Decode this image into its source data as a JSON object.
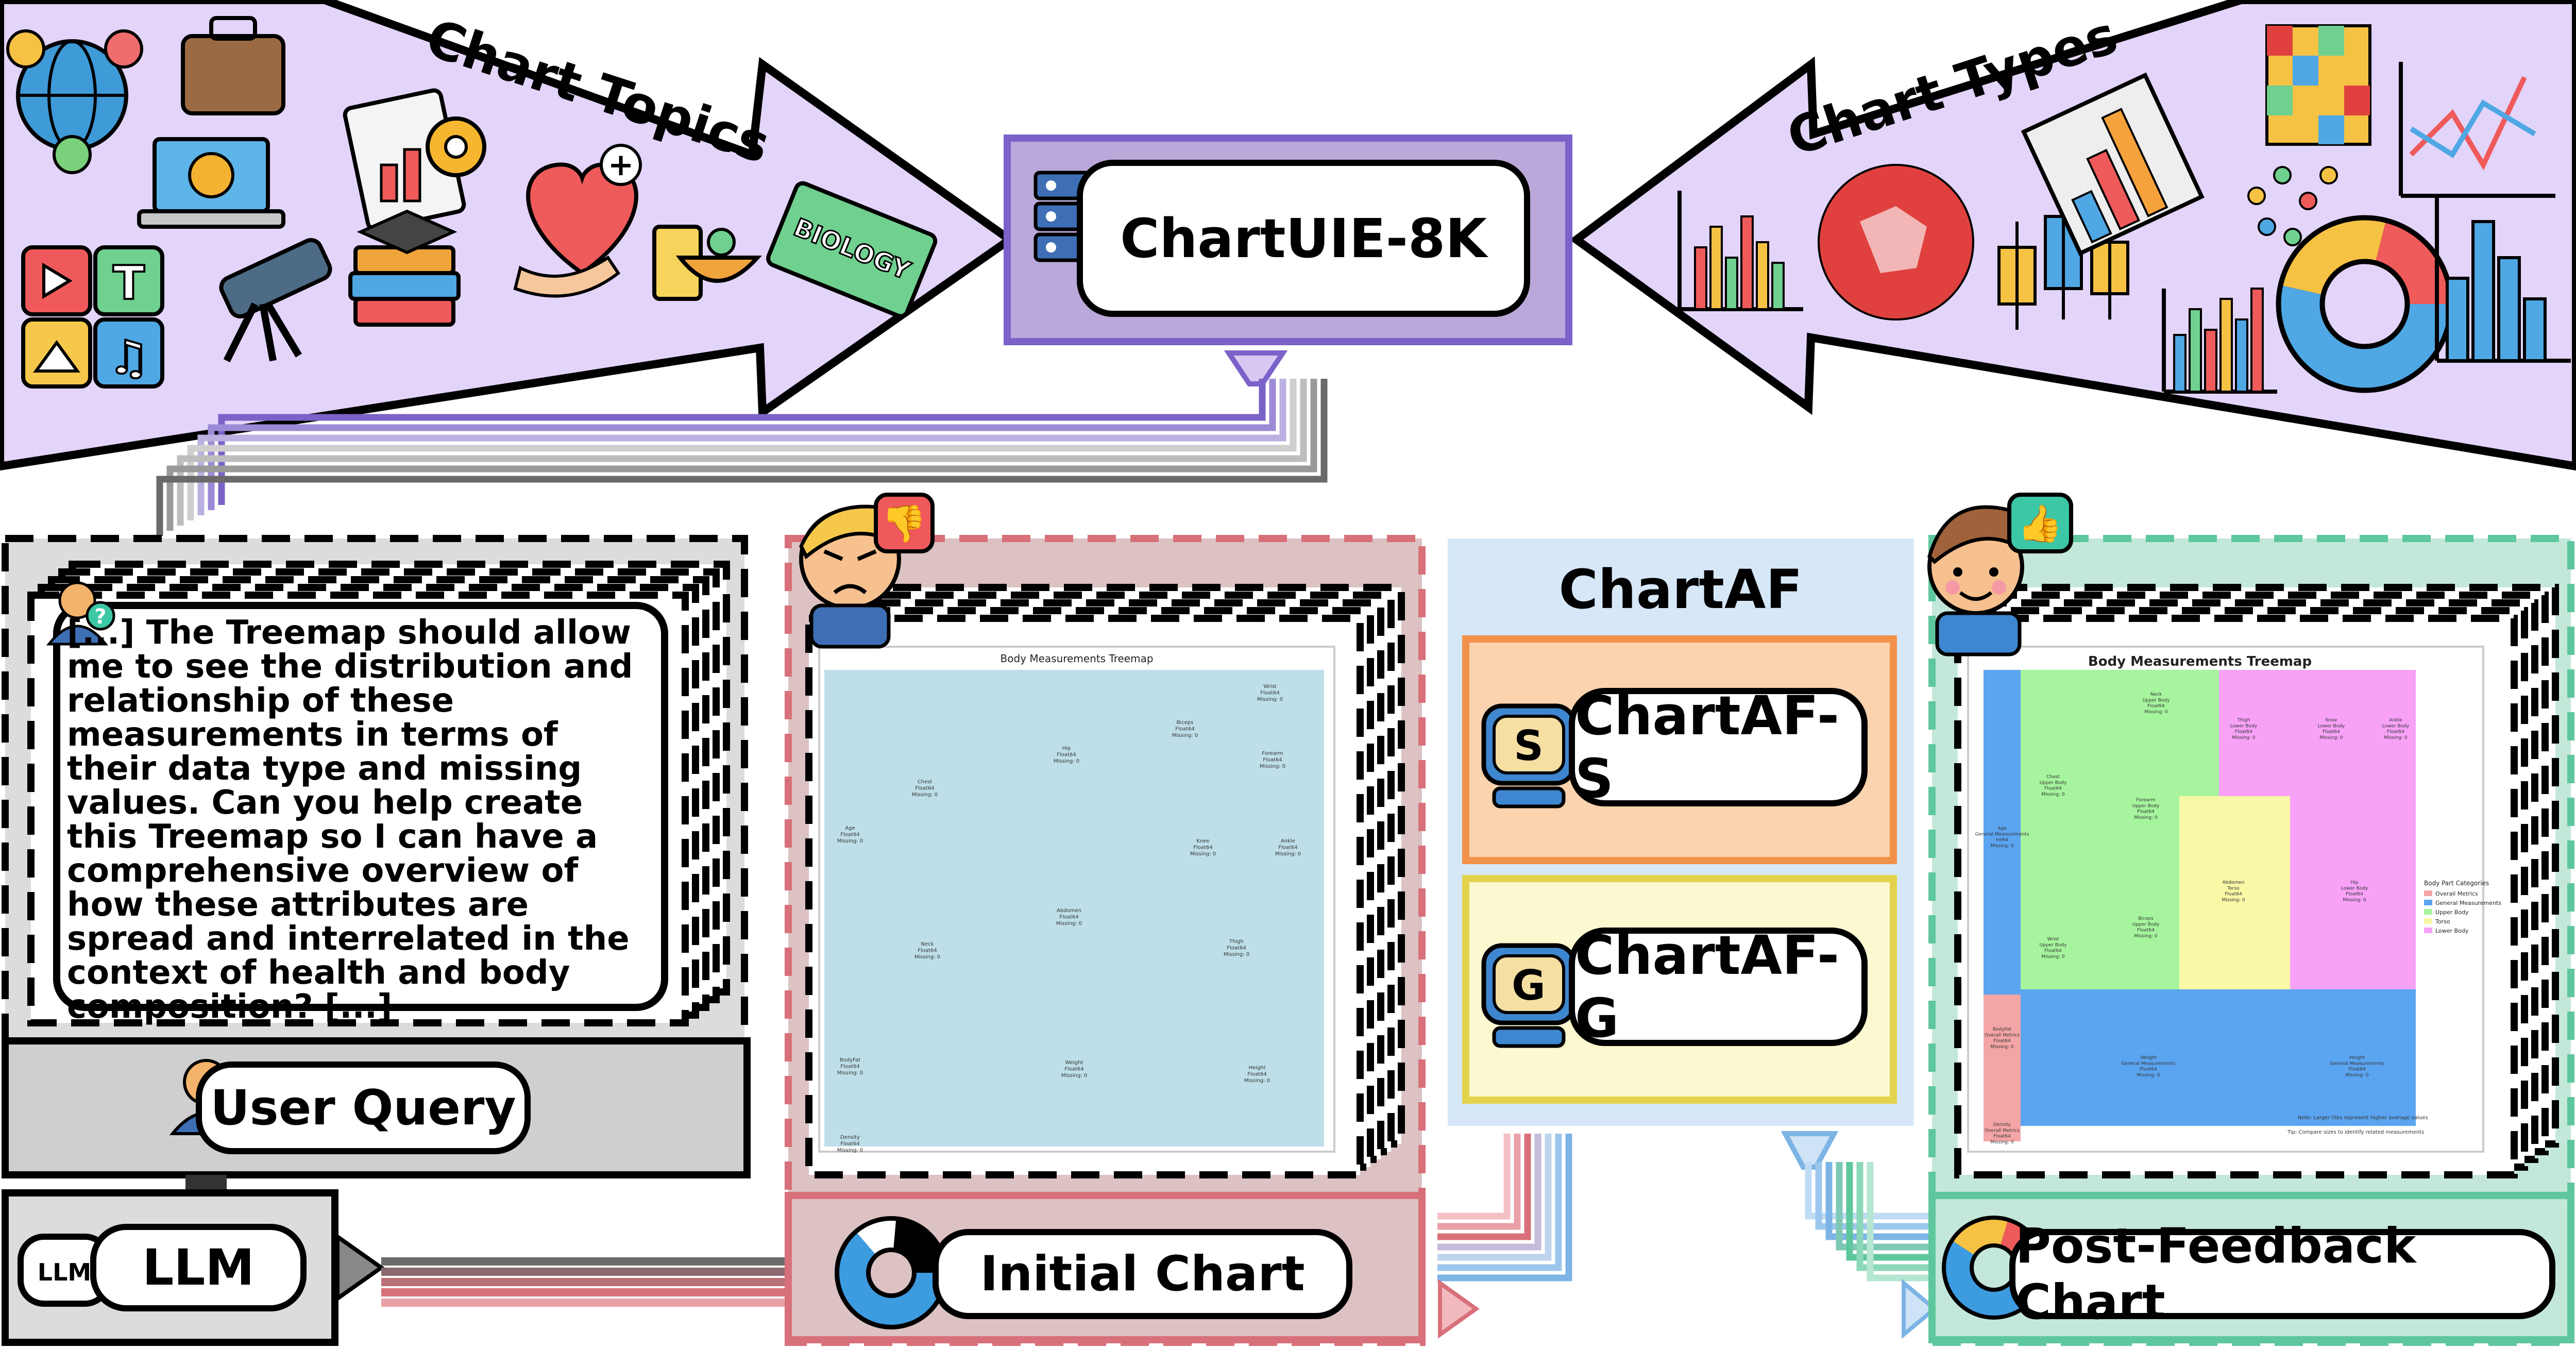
{
  "colors": {
    "purple_fill": "#e3d4fa",
    "purple_box": "#b9a8d9",
    "purple_border": "#7b62c9",
    "grey_fill": "#dcdcdc",
    "red_fill": "#dcc2c2",
    "red_border": "#d8707a",
    "blue_fill": "#d6e8f8",
    "orange_fill": "#fbd3ae",
    "orange_border": "#f2914a",
    "yellow_fill": "#fcf8cf",
    "yellow_border": "#e3d34c",
    "green_fill": "#c3e8d9",
    "green_border": "#5ec79d"
  },
  "top": {
    "chart_topics_label": "Chart Topics",
    "chart_types_label": "Chart Types",
    "dataset_label": "ChartUIE-8K",
    "biology_label": "BIOLOGY"
  },
  "query": {
    "text": "[...]  The Treemap should allow me to see the distribution and relationship of these measurements in terms of their data type and missing values. Can you help create this Treemap so I can have a comprehensive overview of how these attributes are spread and interrelated in the context of health and body composition? [...]",
    "caption": "User Query"
  },
  "llm": {
    "label": "LLM",
    "icon_text": "LLM"
  },
  "initial": {
    "caption": "Initial Chart",
    "chart_title": "Body Measurements Treemap",
    "cells": [
      "Wrist\nFloat64\nMissing: 0",
      "Hip\nFloat64\nMissing: 0",
      "Biceps\nFloat64\nMissing: 0",
      "Forearm\nFloat64\nMissing: 0",
      "Chest\nFloat64\nMissing: 0",
      "Age\nFloat64\nMissing: 0",
      "Knee\nFloat64\nMissing: 0",
      "Ankle\nFloat64\nMissing: 0",
      "Abdomen\nFloat64\nMissing: 0",
      "Neck\nFloat64\nMissing: 0",
      "Thigh\nFloat64\nMissing: 0",
      "BodyFat\nFloat64\nMissing: 0",
      "Weight\nFloat64\nMissing: 0",
      "Height\nFloat64\nMissing: 0",
      "Density\nFloat64\nMissing: 0"
    ]
  },
  "chartaf": {
    "title": "ChartAF",
    "s_label": "ChartAF-S",
    "s_badge": "S",
    "g_label": "ChartAF-G",
    "g_badge": "G"
  },
  "post": {
    "caption": "Post-Feedback Chart",
    "chart_title": "Body Measurements Treemap",
    "legend_title": "Body Part Categories",
    "legend": [
      "Overall Metrics",
      "General Measurements",
      "Upper Body",
      "Torso",
      "Lower Body"
    ],
    "note1": "Note: Larger tiles represent higher average values",
    "note2": "Tip: Compare sizes to identify related measurements",
    "cells": [
      "Neck\nUpper Body\nFloat64\nMissing: 0",
      "Thigh\nLower Body\nFloat64\nMissing: 0",
      "Knee\nLower Body\nFloat64\nMissing: 0",
      "Ankle\nLower Body\nFloat64\nMissing: 0",
      "Chest\nUpper Body\nFloat64\nMissing: 0",
      "Forearm\nUpper Body\nFloat64\nMissing: 0",
      "Age\nGeneral Measurements\nInt64\nMissing: 0",
      "Abdomen\nTorso\nFloat64\nMissing: 0",
      "Hip\nLower Body\nFloat64\nMissing: 0",
      "Wrist\nUpper Body\nFloat64\nMissing: 0",
      "Biceps\nUpper Body\nFloat64\nMissing: 0",
      "BodyFat\nOverall Metrics\nFloat64\nMissing: 0",
      "Weight\nGeneral Measurements\nFloat64\nMissing: 0",
      "Height\nGeneral Measurements\nFloat64\nMissing: 0",
      "Density\nOverall Metrics\nFloat64\nMissing: 0"
    ]
  }
}
